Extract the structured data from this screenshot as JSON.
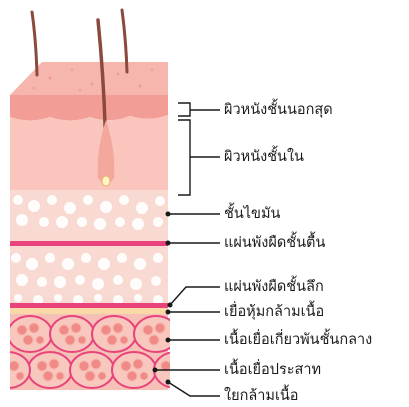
{
  "labels": {
    "epidermis": "ผิวหนังชั้นนอกสุด",
    "dermis": "ผิวหนังชั้นใน",
    "fat_layer": "ชั้นไขมัน",
    "superficial_fascia": "แผ่นพังผืดชั้นตื้น",
    "deep_fascia": "แผ่นพังผืดชั้นลึก",
    "epimysium": "เยื่อหุ้มกล้ามเนื้อ",
    "perimysium": "เนื้อเยื่อเกี่ยวพันชั้นกลาง",
    "nerve_tissue": "เนื้อเยื่อประสาท",
    "muscle_fiber": "ใยกล้ามเนื้อ"
  },
  "colors": {
    "epidermis_top": "#f6b1a9",
    "epidermis_front": "#f3a39b",
    "dermis": "#f9c6be",
    "fat": "#f8ddd6",
    "fat_dots": "#ffffff",
    "fascia_band": "#e8437b",
    "muscle_bg": "#f6bdb4",
    "muscle_outline": "#e8437b",
    "muscle_cell": "#f08b86",
    "leader_line": "#1a1a1a"
  }
}
